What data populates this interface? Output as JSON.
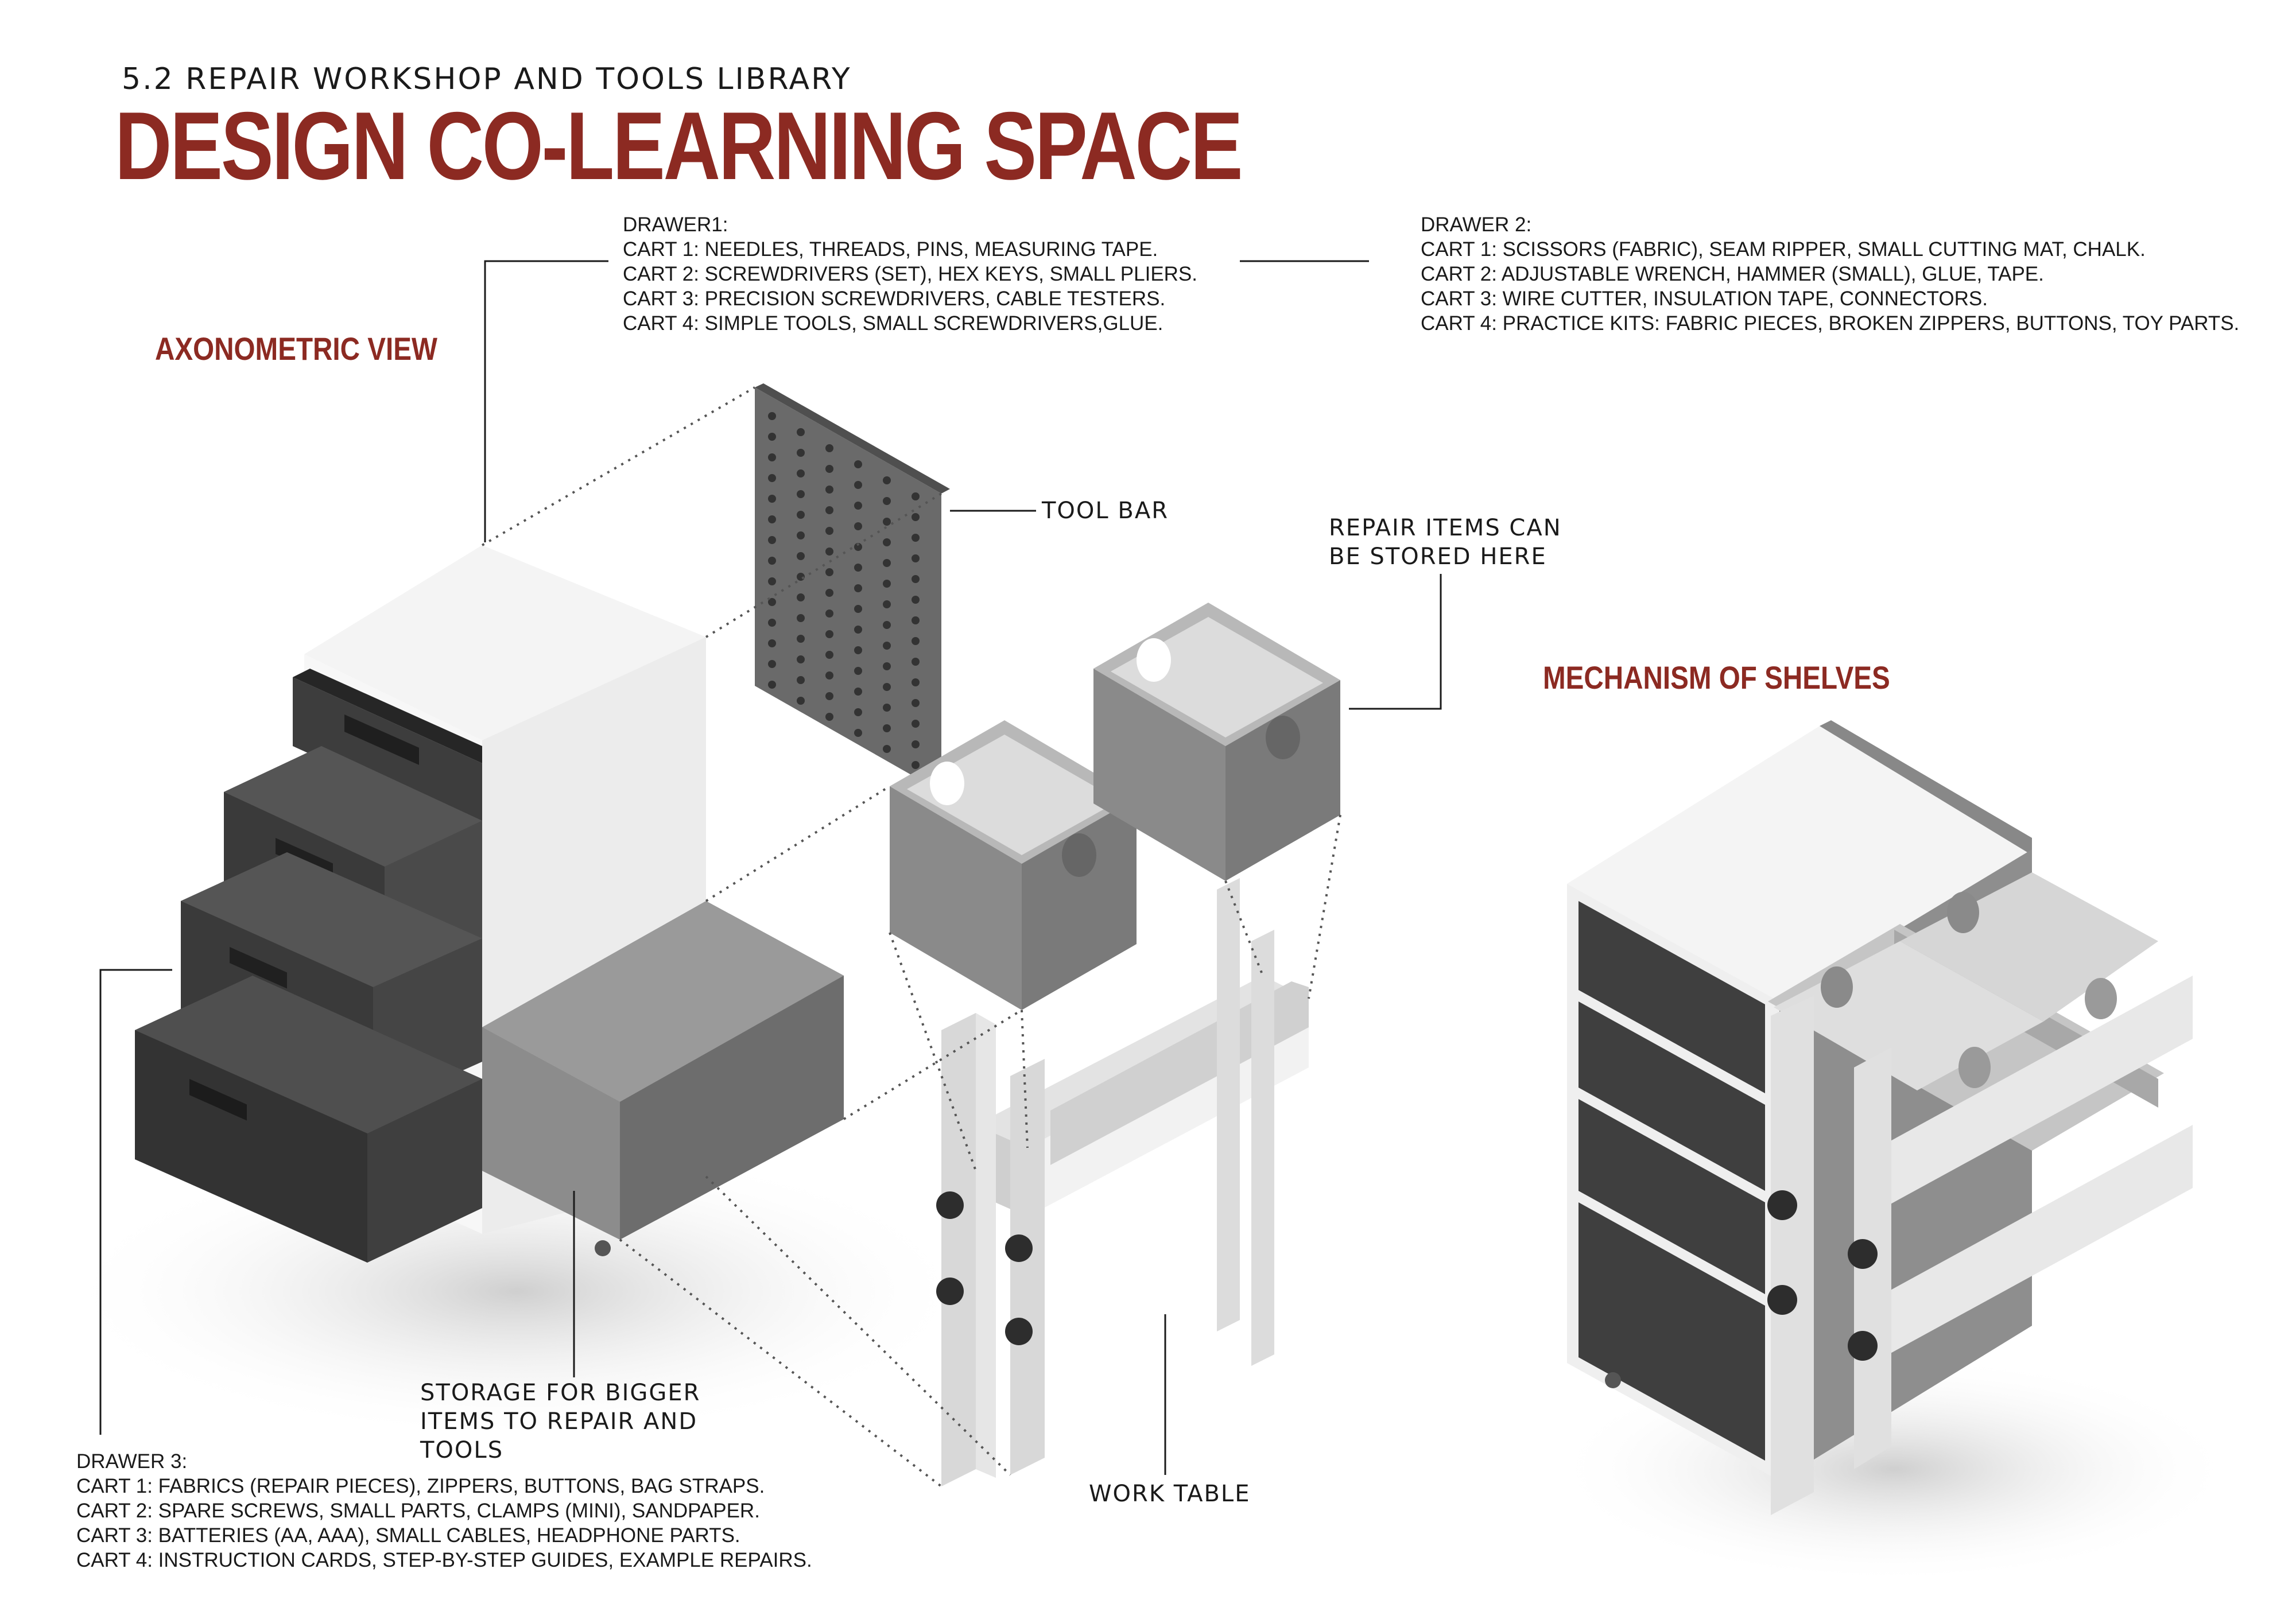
{
  "header": {
    "subtitle": "5.2 REPAIR WORKSHOP AND TOOLS LIBRARY",
    "title": "DESIGN CO-LEARNING SPACE"
  },
  "sections": {
    "axonometric": "AXONOMETRIC VIEW",
    "mechanism": "MECHANISM OF SHELVES"
  },
  "drawer1": {
    "heading": "DRAWER1:",
    "items": [
      "CART 1: NEEDLES, THREADS, PINS, MEASURING TAPE.",
      "CART 2: SCREWDRIVERS (SET), HEX KEYS, SMALL PLIERS.",
      "CART 3: PRECISION SCREWDRIVERS, CABLE TESTERS.",
      "CART 4: SIMPLE TOOLS, SMALL SCREWDRIVERS,GLUE."
    ]
  },
  "drawer2": {
    "heading": "DRAWER 2:",
    "items": [
      "CART 1: SCISSORS (FABRIC), SEAM RIPPER, SMALL CUTTING MAT, CHALK.",
      "CART 2: ADJUSTABLE WRENCH, HAMMER (SMALL), GLUE, TAPE.",
      "CART 3: WIRE CUTTER, INSULATION TAPE, CONNECTORS.",
      "CART 4: PRACTICE KITS: FABRIC PIECES, BROKEN ZIPPERS, BUTTONS, TOY PARTS."
    ]
  },
  "drawer3": {
    "heading": "DRAWER 3:",
    "items": [
      "CART 1: FABRICS (REPAIR PIECES), ZIPPERS, BUTTONS, BAG STRAPS.",
      "CART 2: SPARE SCREWS, SMALL PARTS, CLAMPS (MINI), SANDPAPER.",
      "CART 3: BATTERIES (AA, AAA), SMALL CABLES, HEADPHONE PARTS.",
      "CART 4: INSTRUCTION CARDS, STEP-BY-STEP GUIDES, EXAMPLE REPAIRS."
    ]
  },
  "callouts": {
    "tool_bar": "TOOL BAR",
    "repair_items": [
      "REPAIR ITEMS CAN",
      "BE STORED HERE"
    ],
    "storage": [
      "STORAGE FOR BIGGER",
      "ITEMS TO REPAIR AND",
      "TOOLS"
    ],
    "work_table": "WORK TABLE"
  },
  "colors": {
    "accent": "#8c2a22",
    "dark_drawer": "#3d3d3d",
    "mid_grey": "#8a8a8a",
    "light_grey": "#d8d8d8"
  }
}
